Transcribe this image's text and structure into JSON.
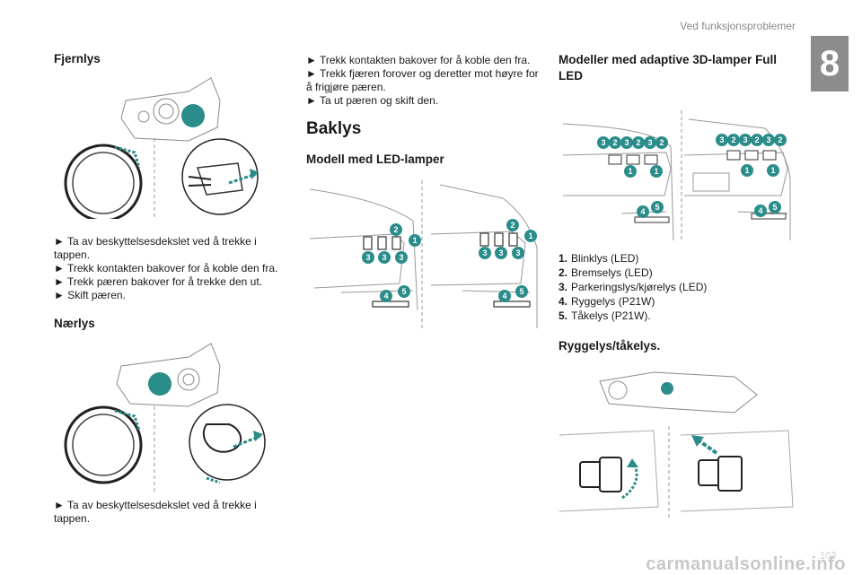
{
  "header": {
    "section": "Ved funksjonsproblemer",
    "chapter": "8",
    "page": "103"
  },
  "col1": {
    "fjernlys_title": "Fjernlys",
    "fjernlys_steps": [
      "► Ta av beskyttelsesdekslet ved å trekke i tappen.",
      "► Trekk kontakten bakover for å koble den fra.",
      "► Trekk pæren bakover for å trekke den ut.",
      "► Skift pæren."
    ],
    "naerlys_title": "Nærlys",
    "naerlys_steps": [
      "► Ta av beskyttelsesdekslet ved å trekke i tappen."
    ]
  },
  "col2": {
    "steps": [
      "► Trekk kontakten bakover for å koble den fra.",
      "► Trekk fjæren forover og deretter mot høyre for å frigjøre pæren.",
      "► Ta ut pæren og skift den."
    ],
    "baklys_title": "Baklys",
    "led_title": "Modell med LED-lamper"
  },
  "col3": {
    "adaptive_title": "Modeller med adaptive 3D-lamper Full LED",
    "legend": [
      {
        "num": "1.",
        "text": "Blinklys (LED)"
      },
      {
        "num": "2.",
        "text": "Bremselys (LED)"
      },
      {
        "num": "3.",
        "text": "Parkeringslys/kjørelys (LED)"
      },
      {
        "num": "4.",
        "text": "Ryggelys (P21W)"
      },
      {
        "num": "5.",
        "text": "Tåkelys (P21W)."
      }
    ],
    "rygge_title": "Ryggelys/tåkelys."
  },
  "watermark": "carmanualsonline.info",
  "colors": {
    "accent": "#2b8d8a",
    "chapter_bg": "#8c8c8c"
  }
}
